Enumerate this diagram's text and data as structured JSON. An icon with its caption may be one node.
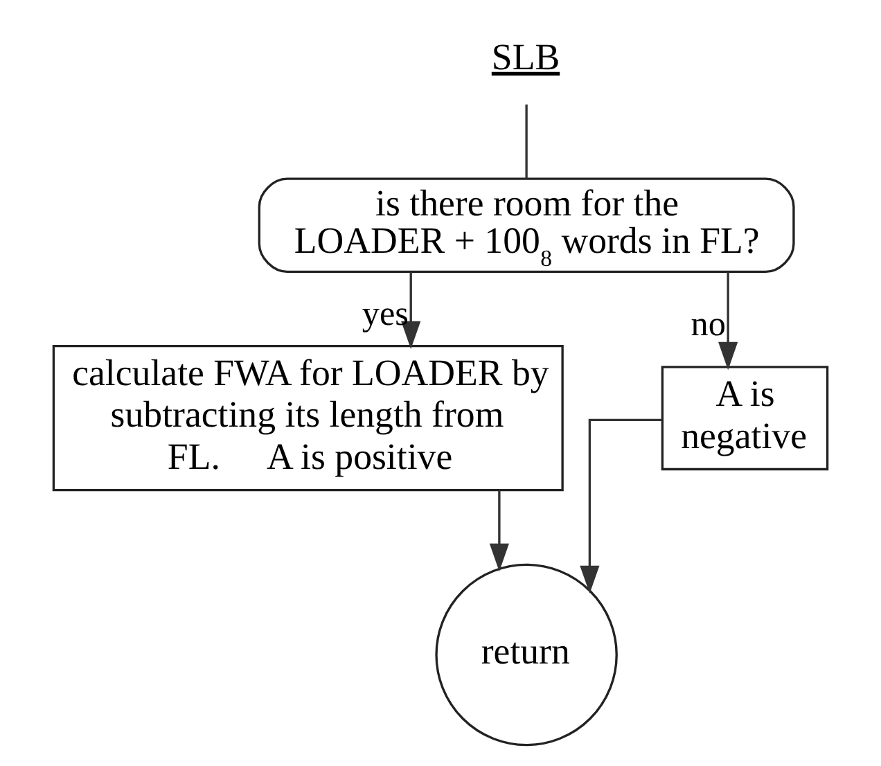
{
  "diagram": {
    "nodes": [
      {
        "text": [
          "SLB"
        ]
      },
      {
        "text": [
          "is there room for the LOADER + 100$_{8}$ words in FL?"
        ]
      },
      {
        "text": [
          "calculate FWA for LOADER by subtracting its length from FL.     A is positive"
        ]
      },
      {
        "text": [
          "A is negative"
        ]
      },
      {
        "text": [
          "return"
        ]
      }
    ],
    "edges": [
      {
        "from": 0,
        "to": 1,
        "arrow": "none"
      },
      {
        "from": 1,
        "to": 2,
        "arrow": "to",
        "label": "yes"
      },
      {
        "from": 1,
        "to": 3,
        "arrow": "to",
        "label": "no"
      },
      {
        "from": 2,
        "to": 4,
        "arrow": "to"
      },
      {
        "from": 3,
        "to": 4,
        "arrow": "to"
      }
    ]
  }
}
